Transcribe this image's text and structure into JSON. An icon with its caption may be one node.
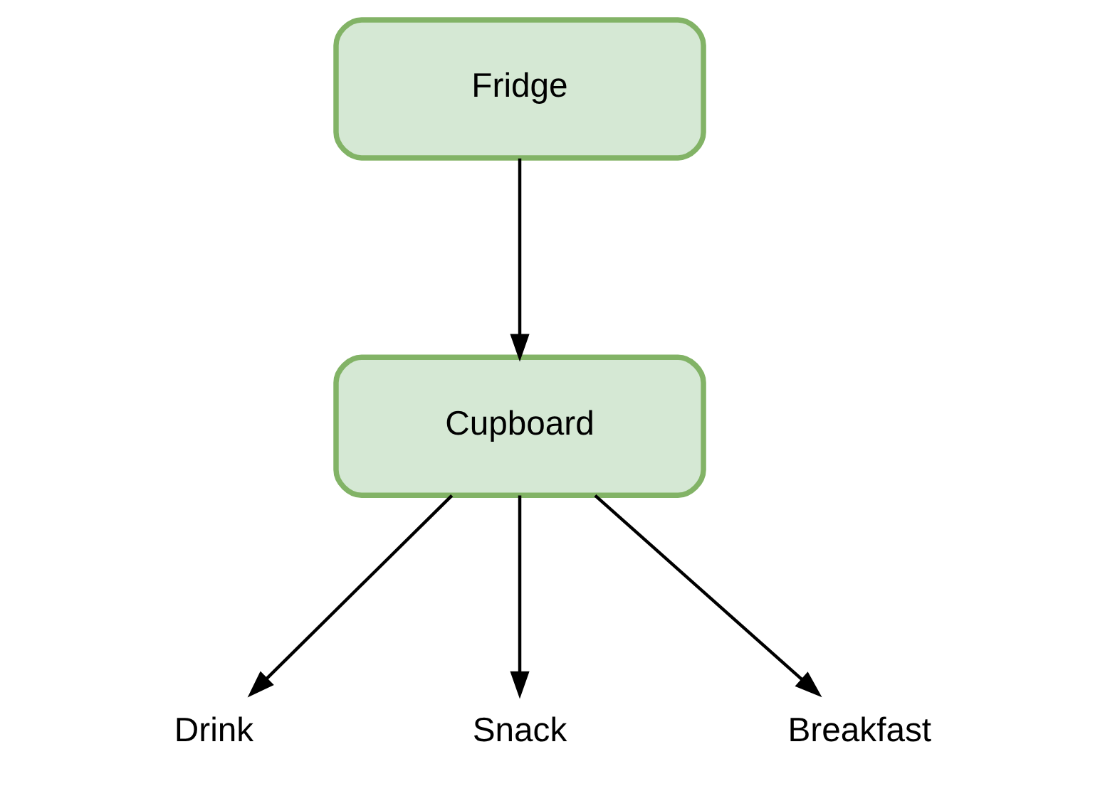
{
  "diagram": {
    "nodes": [
      {
        "text": [
          "Fridge"
        ]
      },
      {
        "text": [
          "Cupboard"
        ]
      },
      {
        "text": [
          "Drink"
        ]
      },
      {
        "text": [
          "Snack"
        ]
      },
      {
        "text": [
          "Breakfast"
        ]
      }
    ],
    "edges": [
      {
        "from": 0,
        "to": 1,
        "arrow": "to"
      },
      {
        "from": 1,
        "to": 2,
        "arrow": "to"
      },
      {
        "from": 1,
        "to": 3,
        "arrow": "to"
      },
      {
        "from": 1,
        "to": 4,
        "arrow": "to"
      }
    ]
  }
}
